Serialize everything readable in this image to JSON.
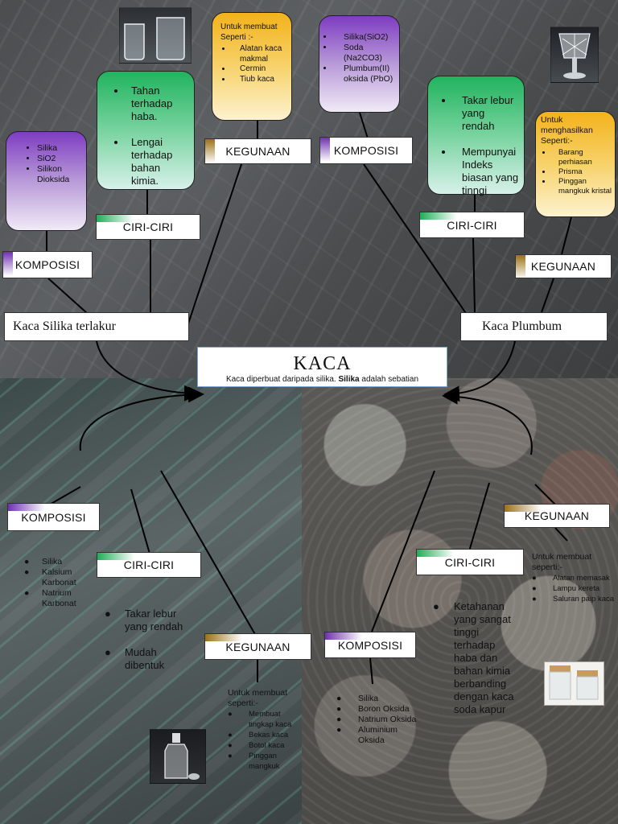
{
  "center": {
    "title": "KACA",
    "subtitle_start": "Kaca diperbuat daripada silika. ",
    "subtitle_bold": "Silika",
    "subtitle_end": " adalah sebatian"
  },
  "top_left": {
    "node": "Kaca Silika terlakur",
    "komposisi": {
      "label": "KOMPOSISI",
      "items": [
        "Silika",
        "SiO2",
        "Silikon Dioksida"
      ]
    },
    "ciri": {
      "label": "CIRI-CIRI",
      "items": [
        "Tahan terhadap haba.",
        "Lengai terhadap bahan kimia."
      ]
    },
    "kegunaan": {
      "label": "KEGUNAAN",
      "intro": "Untuk membuat Seperti :-",
      "items": [
        "Alatan kaca makmal",
        "Cermin",
        "Tiub kaca"
      ]
    }
  },
  "top_right": {
    "node": "Kaca Plumbum",
    "komposisi": {
      "label": "KOMPOSISI",
      "items": [
        "Silika(SiO2)",
        "Soda (Na2CO3)",
        "Plumbum(II) oksida (PbO)"
      ]
    },
    "ciri": {
      "label": "CIRI-CIRI",
      "items": [
        "Takar lebur yang rendah",
        "Mempunyai Indeks biasan yang tinngi"
      ]
    },
    "kegunaan": {
      "label": "KEGUNAAN",
      "intro": "Untuk menghasilkan Seperti:-",
      "items": [
        "Barang perhiasan",
        "Prisma",
        "Pinggan mangkuk kristal"
      ]
    }
  },
  "bottom_left": {
    "komposisi": {
      "label": "KOMPOSISI",
      "items": [
        "Silika",
        "Kalsium Karbonat",
        "Natrium Karbonat"
      ]
    },
    "ciri": {
      "label": "CIRI-CIRI",
      "items": [
        "Takar lebur yang rendah",
        "Mudah dibentuk"
      ]
    },
    "kegunaan": {
      "label": "KEGUNAAN",
      "intro": "Untuk membuat seperti:-",
      "items": [
        "Membuat tingkap kaca",
        "Bekas kaca",
        "Botol kaca",
        "Pinggan mangkuk"
      ]
    }
  },
  "bottom_right": {
    "komposisi": {
      "label": "KOMPOSISI",
      "items": [
        "Silika",
        "Boron Oksida",
        "Natrium Oksida",
        "Aluminium Oksida"
      ]
    },
    "ciri": {
      "label": "CIRI-CIRI",
      "items": [
        "Ketahanan yang sangat tinggi terhadap haba dan bahan kimia berbanding dengan kaca soda kapur"
      ]
    },
    "kegunaan": {
      "label": "KEGUNAAN",
      "intro": "Untuk membuat seperti:-",
      "items": [
        "Alatan memasak",
        "Lampu kereta",
        "Saluran paip kaca"
      ]
    }
  },
  "colors": {
    "green": "#21b35e",
    "purple": "#7e3cc2",
    "yellow": "#f3b21c"
  }
}
